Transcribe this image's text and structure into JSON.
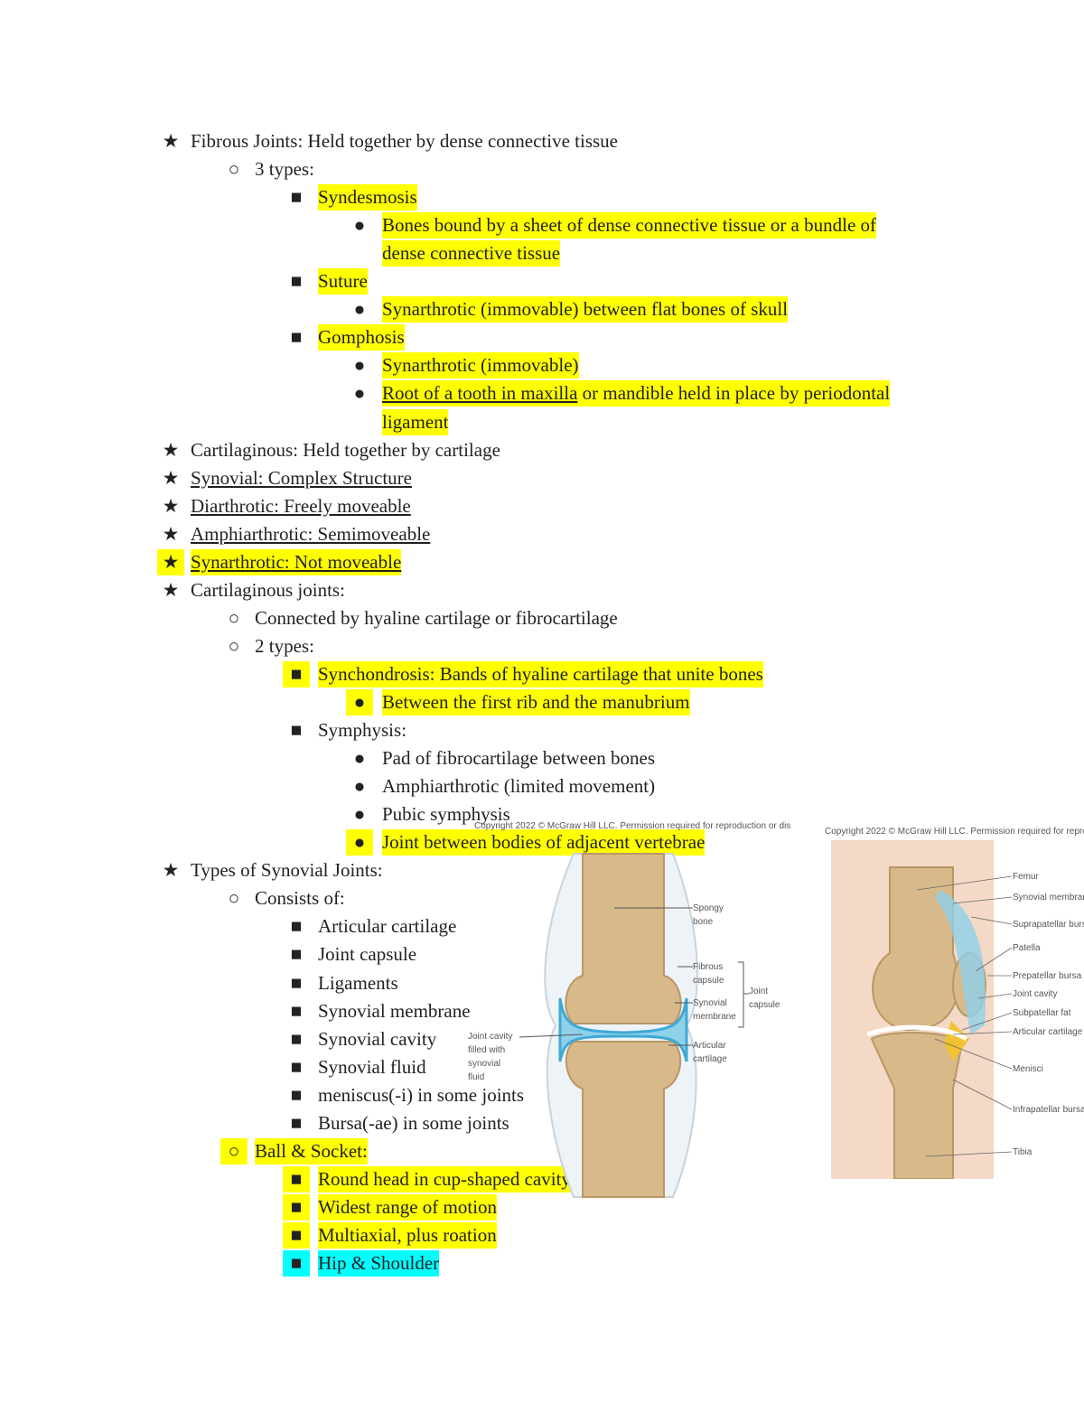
{
  "lines": [
    {
      "level": 0,
      "bullet": "★",
      "text": "Fibrous Joints: Held together by dense connective tissue"
    },
    {
      "level": 1,
      "bullet": "○",
      "text": "3 types:"
    },
    {
      "level": 2,
      "bullet": "■",
      "text": "Syndesmosis",
      "hl": "y"
    },
    {
      "level": 3,
      "bullet": "●",
      "text": "Bones bound by a sheet of dense connective tissue or a bundle of",
      "hl": "y"
    },
    {
      "level": 3,
      "bullet": "",
      "text": "dense connective tissue",
      "hl": "y"
    },
    {
      "level": 2,
      "bullet": "■",
      "text": "Suture",
      "hl": "y"
    },
    {
      "level": 3,
      "bullet": "●",
      "text": "Synarthrotic (immovable) between flat bones of skull",
      "hl": "y"
    },
    {
      "level": 2,
      "bullet": "■",
      "text": "Gomphosis",
      "hl": "y"
    },
    {
      "level": 3,
      "bullet": "●",
      "text": "Synarthrotic (immovable)",
      "hl": "y"
    },
    {
      "level": 3,
      "bullet": "●",
      "text": "",
      "parts": [
        {
          "t": "Root of a tooth in maxilla",
          "u": true
        },
        {
          "t": " or mandible held in place by periodontal"
        }
      ],
      "hl": "y"
    },
    {
      "level": 3,
      "bullet": "",
      "text": "ligament",
      "hl": "y"
    },
    {
      "level": 0,
      "bullet": "★",
      "text": "Cartilaginous: Held together by cartilage"
    },
    {
      "level": 0,
      "bullet": "★",
      "text": "Synovial: Complex Structure",
      "u": true
    },
    {
      "level": 0,
      "bullet": "★",
      "text": "Diarthrotic: Freely moveable",
      "u": true
    },
    {
      "level": 0,
      "bullet": "★",
      "text": "Amphiarthrotic: Semimoveable",
      "u": true
    },
    {
      "level": 0,
      "bullet": "★",
      "text": "Synarthrotic: Not moveable",
      "u": true,
      "hl": "y",
      "hlbullet": true
    },
    {
      "level": 0,
      "bullet": "★",
      "text": "Cartilaginous joints:"
    },
    {
      "level": 1,
      "bullet": "○",
      "text": "Connected by hyaline cartilage or fibrocartilage"
    },
    {
      "level": 1,
      "bullet": "○",
      "text": "2 types:"
    },
    {
      "level": 2,
      "bullet": "■",
      "text": "Synchondrosis: Bands of hyaline cartilage that unite bones",
      "hl": "y",
      "hlbullet": true
    },
    {
      "level": 3,
      "bullet": "●",
      "text": "Between the first rib and the manubrium",
      "hl": "y",
      "hlbullet": true
    },
    {
      "level": 2,
      "bullet": "■",
      "text": "Symphysis:"
    },
    {
      "level": 3,
      "bullet": "●",
      "text": "Pad of fibrocartilage between bones"
    },
    {
      "level": 3,
      "bullet": "●",
      "text": "Amphiarthrotic (limited movement)"
    },
    {
      "level": 3,
      "bullet": "●",
      "text": "Pubic symphysis"
    },
    {
      "level": 3,
      "bullet": "●",
      "text": "Joint between bodies of adjacent vertebrae",
      "hl": "y",
      "hlbullet": true
    },
    {
      "level": 0,
      "bullet": "★",
      "text": "Types of Synovial Joints:"
    },
    {
      "level": 1,
      "bullet": "○",
      "text": "Consists of:"
    },
    {
      "level": 2,
      "bullet": "■",
      "text": "Articular cartilage"
    },
    {
      "level": 2,
      "bullet": "■",
      "text": "Joint capsule"
    },
    {
      "level": 2,
      "bullet": "■",
      "text": "Ligaments"
    },
    {
      "level": 2,
      "bullet": "■",
      "text": "Synovial membrane"
    },
    {
      "level": 2,
      "bullet": "■",
      "text": "Synovial cavity"
    },
    {
      "level": 2,
      "bullet": "■",
      "text": "Synovial fluid"
    },
    {
      "level": 2,
      "bullet": "■",
      "text": "meniscus(-i) in some joints"
    },
    {
      "level": 2,
      "bullet": "■",
      "text": "Bursa(-ae) in some joints"
    },
    {
      "level": 1,
      "bullet": "○",
      "text": "Ball & Socket:",
      "hl": "y",
      "hlbullet": true
    },
    {
      "level": 2,
      "bullet": "■",
      "text": "Round head in cup-shaped cavity",
      "hl": "y",
      "hlbullet": true
    },
    {
      "level": 2,
      "bullet": "■",
      "text": "Widest range of motion",
      "hl": "y",
      "hlbullet": true
    },
    {
      "level": 2,
      "bullet": "■",
      "text": "Multiaxial, plus roation",
      "hl": "y",
      "hlbullet": true
    },
    {
      "level": 2,
      "bullet": "■",
      "text": "Hip & Shoulder",
      "hl": "c",
      "hlbullet": true
    }
  ],
  "figure1": {
    "copyright": "Copyright 2022 © McGraw Hill LLC. Permission required for reproduction or display.",
    "labels": {
      "spongy": [
        "Spongy",
        "bone"
      ],
      "fibrous": [
        "Fibrous",
        "capsule"
      ],
      "synmem": [
        "Synovial",
        "membrane"
      ],
      "joint": [
        "Joint",
        "capsule"
      ],
      "artic": [
        "Articular",
        "cartilage"
      ],
      "cavity": [
        "Joint cavity",
        "filled with",
        "synovial",
        "fluid"
      ]
    }
  },
  "figure2": {
    "copyright": "Copyright 2022 © McGraw Hill LLC. Permission required for reproduction or display.",
    "labels": [
      "Femur",
      "Synovial membrane",
      "Suprapatellar bursa",
      "Patella",
      "Prepatellar bursa",
      "Joint cavity",
      "Subpatellar fat",
      "Articular cartilage",
      "Menisci",
      "Infrapatellar bursa",
      "Tibia"
    ]
  }
}
